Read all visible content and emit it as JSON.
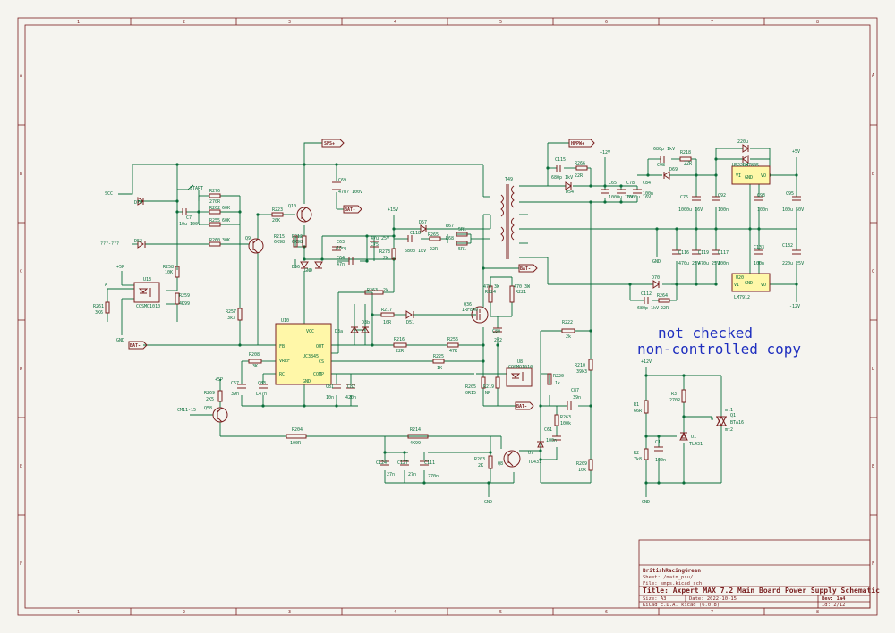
{
  "frame": {
    "columns": [
      "1",
      "2",
      "3",
      "4",
      "5",
      "6",
      "7",
      "8"
    ],
    "rows": [
      "A",
      "B",
      "C",
      "D",
      "E",
      "F"
    ]
  },
  "nets": {
    "sps_plus": "SPS+",
    "bat_minus": "BAT-",
    "hppw_plus": "HPPW+",
    "gnd": "GND",
    "plus_5v": "+5V",
    "plus_12v": "+12V",
    "minus_12v": "-12V",
    "plus_15v": "+15V",
    "plus_5p": "+5P",
    "scc": "SCC",
    "unknown_in": "???-???",
    "start": "START",
    "cm11": "CM11-15",
    "a": "A"
  },
  "components": {
    "d74": "D74",
    "r276": "R276",
    "r276v": "270R",
    "r262": "R262",
    "r262v": "60K",
    "r255": "R255",
    "r255v": "60K",
    "c7": "C7",
    "c7v": "10u 100V",
    "r260": "R260",
    "r260v": "30K",
    "d53": "D53",
    "q9": "Q9",
    "r258": "R258",
    "r258v": "10K",
    "u13": "U13",
    "u13v": "COSMO1010",
    "r259": "R259",
    "r259v": "4K99",
    "r261": "R261",
    "r261v": "3K6",
    "r257": "R257",
    "r257v": "3k3",
    "r223": "R223",
    "r223v": "20K",
    "q10": "Q10",
    "r215": "R215",
    "r215v": "6K98",
    "r212": "R212",
    "r212v": "6K98",
    "c69": "C69",
    "c69v": "47u? 100v",
    "d56": "D56",
    "c63": "C63",
    "c63v": "10n",
    "c64": "C64",
    "c64v": "47n",
    "c75": "C75",
    "c75v": "47u 25V",
    "r273": "R273",
    "r273v": "2k",
    "r263": "R263",
    "r263v": "2k",
    "r217": "R217",
    "r217v": "10R",
    "d51": "D51",
    "d3a": "D3a",
    "d3b": "D3b",
    "u10": "U10",
    "u10v": "UC3845",
    "u10_fb": "FB",
    "u10_vref": "VREF",
    "u10_rc": "RC",
    "u10_vcc": "VCC",
    "u10_out": "OUT",
    "u10_cs": "CS",
    "u10_comp": "COMP",
    "u10_gnd": "GND",
    "r216": "R216",
    "r216v": "22R",
    "r256": "R256",
    "r256v": "47K",
    "r225": "R225",
    "r225v": "1K",
    "r208": "R208",
    "r208v": "3K",
    "c67": "C67",
    "c67v": "39n",
    "c83": "C83",
    "c83v": "L47n",
    "c81": "C81",
    "c81v": "10n",
    "c82": "C82",
    "c82v": "420n",
    "r269": "R269",
    "r269v": "2K5",
    "q58": "Q58",
    "r204": "R204",
    "r204v": "100R",
    "r214": "R214",
    "r214v": "4K99",
    "c124": "C124",
    "c124v": "27n",
    "c127": "C127",
    "c127v": "27n",
    "c111": "C111",
    "c111v": "270n",
    "r203": "R203",
    "r203v": "2K",
    "q8": "Q8",
    "u7": "U7",
    "u7v": "TL431",
    "c118": "C118",
    "c118v": "680p 1kV",
    "r265": "R265",
    "r265v": "22R",
    "d57": "D57",
    "r67": "R67",
    "r67v": "5R1",
    "r68": "R68",
    "r68v": "5R1",
    "t49": "T49",
    "q36": "Q36",
    "q36v": "IRF840",
    "r224": "R224",
    "r224v": "470 3W",
    "r221": "R221",
    "r221v": "470 3W",
    "c80": "C80",
    "c80v": "2n2",
    "r205": "R205",
    "r205v": "0R15",
    "r219": "R219",
    "r219v": "NP",
    "u8": "U8",
    "u8v": "COSMO1010",
    "r220": "R220",
    "r220v": "1k",
    "r222": "R222",
    "r222v": "2k",
    "r210": "R210",
    "r210v": "39k3",
    "c87": "C87",
    "c87v": "39n",
    "r263b": "R263",
    "r263bv": "100k",
    "c61": "C61",
    "c61v": "100n",
    "r209": "R209",
    "r209v": "10k",
    "c115": "C115",
    "c115v": "680p 1kV",
    "r266": "R266",
    "r266v": "22R",
    "d54": "D54",
    "c65": "C65",
    "c65v": "1000u 16V",
    "c78": "C78",
    "c78v": "1000u 16V",
    "c84": "C84",
    "c84v": "100n",
    "c98": "C98",
    "c98v": "680p 1kV",
    "r218": "R218",
    "r218v": "22R",
    "d69": "D69",
    "c76": "C76",
    "c76v": "1000u 16V",
    "c92": "C92",
    "c92v": "100n",
    "u5": "U5",
    "u5v": "LM7805",
    "d_a": "220u",
    "d_b": "22Ro",
    "c93": "C93",
    "c93v": "100n",
    "c95": "C95",
    "c95v": "100u 50V",
    "c116": "C116",
    "c116v": "470u 25V",
    "c119": "C119",
    "c119v": "470u 25V",
    "c117": "C117",
    "c117v": "100n",
    "c133": "C133",
    "c133v": "100n",
    "c132": "C132",
    "c132v": "220u 25V",
    "u20": "U20",
    "u20v": "LM7912",
    "d70": "D70",
    "c112": "C112",
    "c112v": "680p 1kV",
    "r264": "R264",
    "r264v": "22R",
    "r1": "R1",
    "r1v": "66R",
    "r2": "R2",
    "r2v": "7k8",
    "r3": "R3",
    "r3v": "270R",
    "c1": "C1",
    "c1v": "100n",
    "u1": "U1",
    "u1v": "TL431",
    "q1": "Q1",
    "q1v": "BTA16",
    "mt1": "mt1",
    "mt2": "mt2",
    "g_pin": "G",
    "u5_gnd": "GND",
    "u5_vi": "VI",
    "u5_vo": "VO",
    "u20_gnd": "GND",
    "u20_vi": "VI",
    "u20_vo": "VO"
  },
  "watermark": {
    "line1": "not checked",
    "line2": "non-controlled copy"
  },
  "title_block": {
    "company": "BritishRacingGreen",
    "sheet": "Sheet: /main_psu/",
    "file": "File: smps.kicad_sch",
    "title": "Title: Axpert MAX 7.2 Main Board Power Supply Schematic",
    "size": "Size: A3",
    "date": "Date: 2022-10-15",
    "rev": "Rev: 1a4",
    "tool": "KiCad E.D.A.  kicad (6.0.8)",
    "id": "Id: 2/12"
  },
  "colors": {
    "wire": "#0a6e3a",
    "component": "#7a1f1f",
    "watermark": "#1f2fbf",
    "background": "#f5f4ef"
  }
}
